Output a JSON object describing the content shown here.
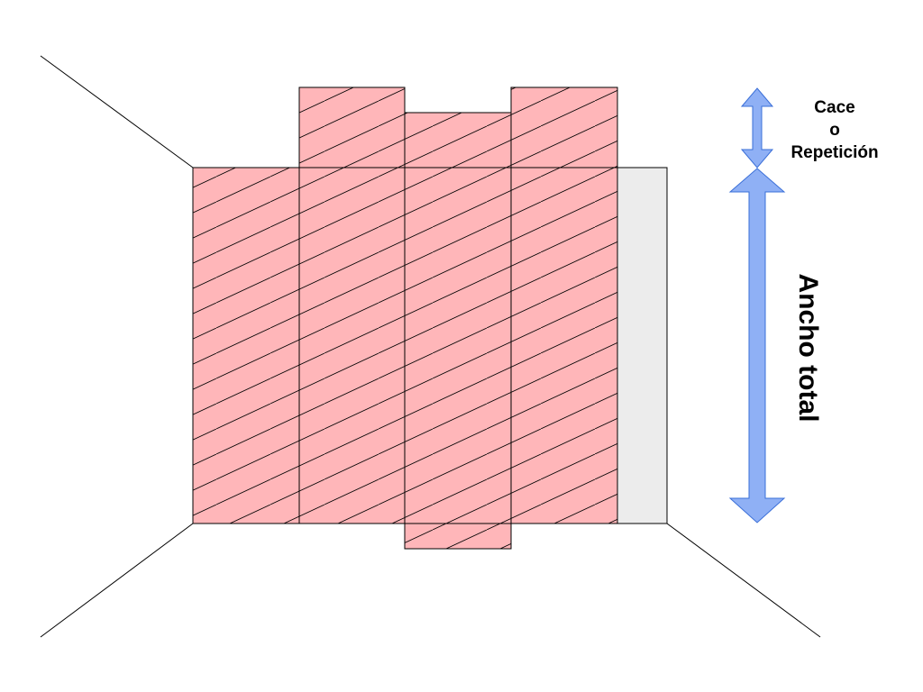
{
  "labels": {
    "pattern_repeat": [
      "Cace",
      "o",
      "Repetición"
    ],
    "total_width": "Ancho total"
  },
  "colors": {
    "strip_fill": "#ffb6b9",
    "remainder_fill": "#ececec",
    "arrow_fill": "#8fb0f5",
    "arrow_stroke": "#3a6fd8",
    "line": "#000000"
  }
}
